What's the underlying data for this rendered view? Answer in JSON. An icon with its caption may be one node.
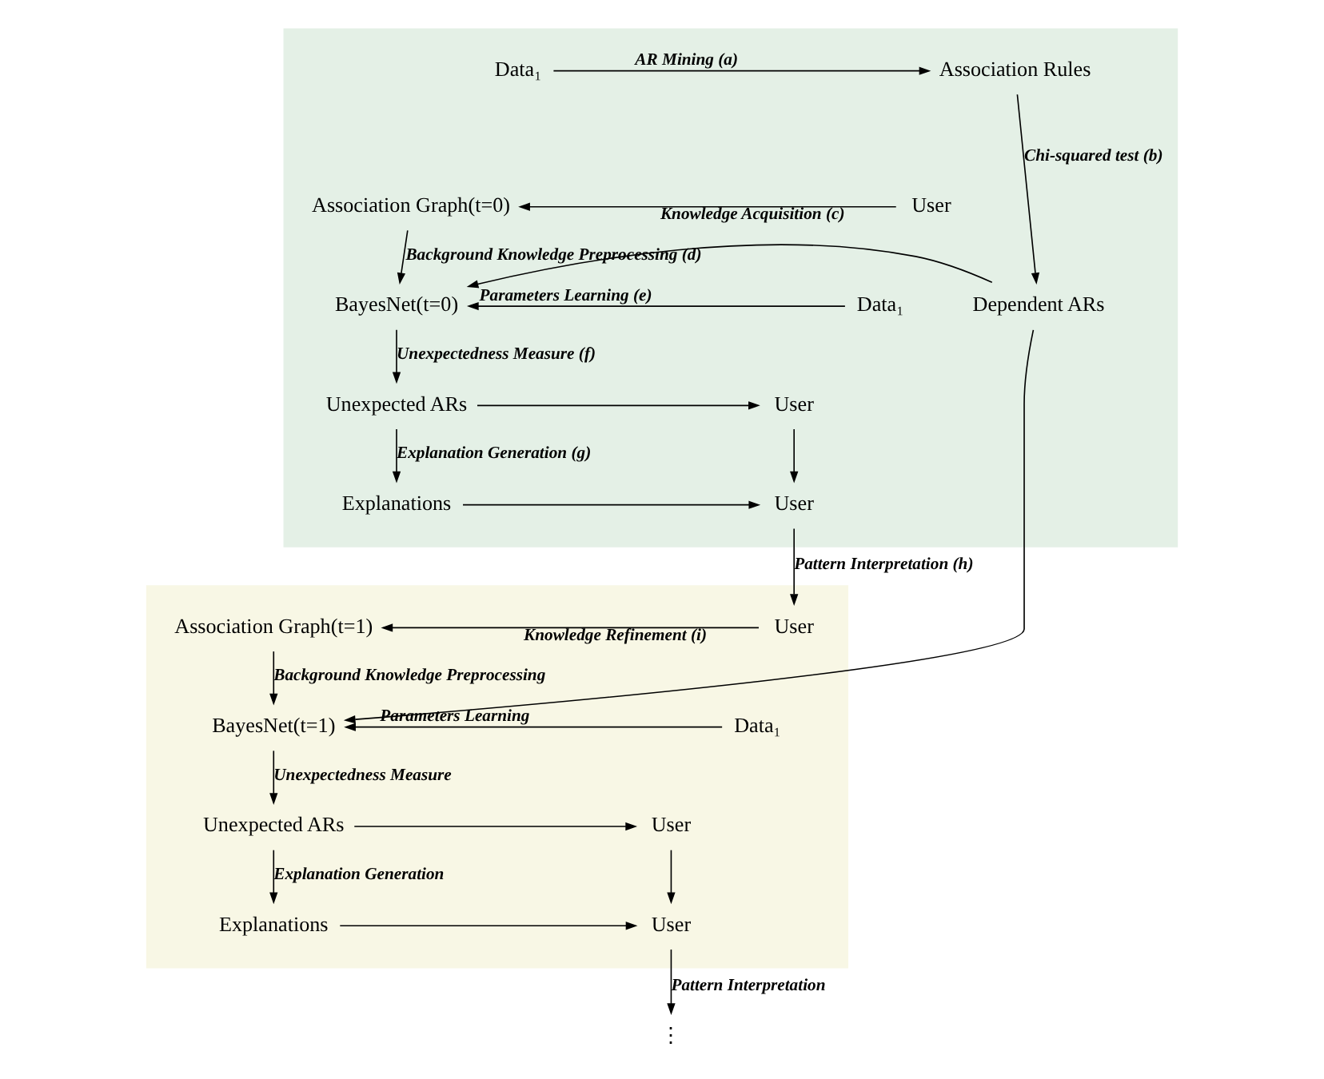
{
  "diagram": {
    "nodes": [
      {
        "text": [],
        "shape": "box"
      },
      {
        "text": [],
        "shape": "box"
      },
      {
        "text": [
          "Data₁"
        ],
        "in": 0
      },
      {
        "text": [
          "Association Rules"
        ],
        "in": 0
      },
      {
        "text": [
          "Dependent ARs"
        ],
        "in": 0
      },
      {
        "text": [
          "Association Graph(t=0)"
        ],
        "in": 0
      },
      {
        "text": [
          "User"
        ],
        "in": 0
      },
      {
        "text": [
          "BayesNet(t=0)"
        ],
        "in": 0
      },
      {
        "text": [
          "Data₁"
        ],
        "in": 0
      },
      {
        "text": [
          "Unexpected ARs"
        ],
        "in": 0
      },
      {
        "text": [
          "User"
        ],
        "in": 0
      },
      {
        "text": [
          "Explanations"
        ],
        "in": 0
      },
      {
        "text": [
          "User"
        ],
        "in": 0
      },
      {
        "text": [
          "Association Graph(t=1)"
        ],
        "in": 1
      },
      {
        "text": [
          "User"
        ],
        "in": 1
      },
      {
        "text": [
          "BayesNet(t=1)"
        ],
        "in": 1
      },
      {
        "text": [
          "Data₁"
        ],
        "in": 1
      },
      {
        "text": [
          "Unexpected ARs"
        ],
        "in": 1
      },
      {
        "text": [
          "User"
        ],
        "in": 1
      },
      {
        "text": [
          "Explanations"
        ],
        "in": 1
      },
      {
        "text": [
          "User"
        ],
        "in": 1
      },
      {
        "text": [
          "⋮"
        ]
      }
    ],
    "edges": [
      {
        "from": 2,
        "to": 3,
        "arrow": "to",
        "label": "AR Mining (a)"
      },
      {
        "from": 3,
        "to": 4,
        "arrow": "to",
        "label": "Chi-squared test (b)"
      },
      {
        "from": 6,
        "to": 5,
        "arrow": "to",
        "label": "Knowledge Acquisition (c)"
      },
      {
        "from": 5,
        "to": 7,
        "arrow": "to",
        "label": "Background Knowledge Preprocessing (d)"
      },
      {
        "from": 4,
        "to": 7,
        "arrow": "to"
      },
      {
        "from": 8,
        "to": 7,
        "arrow": "to",
        "label": "Parameters Learning (e)"
      },
      {
        "from": 7,
        "to": 9,
        "arrow": "to",
        "label": "Unexpectedness Measure (f)"
      },
      {
        "from": 9,
        "to": 10,
        "arrow": "to"
      },
      {
        "from": 10,
        "to": 12,
        "arrow": "to"
      },
      {
        "from": 9,
        "to": 11,
        "arrow": "to",
        "label": "Explanation Generation (g)"
      },
      {
        "from": 11,
        "to": 12,
        "arrow": "to"
      },
      {
        "from": 12,
        "to": 14,
        "arrow": "to",
        "label": "Pattern Interpretation (h)"
      },
      {
        "from": 14,
        "to": 13,
        "arrow": "to",
        "label": "Knowledge Refinement (i)"
      },
      {
        "from": 13,
        "to": 15,
        "arrow": "to",
        "label": "Background Knowledge Preprocessing"
      },
      {
        "from": 4,
        "to": 15,
        "arrow": "to"
      },
      {
        "from": 16,
        "to": 15,
        "arrow": "to",
        "label": "Parameters Learning"
      },
      {
        "from": 15,
        "to": 17,
        "arrow": "to",
        "label": "Unexpectedness Measure"
      },
      {
        "from": 17,
        "to": 18,
        "arrow": "to"
      },
      {
        "from": 18,
        "to": 20,
        "arrow": "to"
      },
      {
        "from": 17,
        "to": 19,
        "arrow": "to",
        "label": "Explanation Generation"
      },
      {
        "from": 19,
        "to": 20,
        "arrow": "to"
      },
      {
        "from": 20,
        "to": 21,
        "arrow": "to",
        "label": "Pattern Interpretation"
      }
    ]
  }
}
